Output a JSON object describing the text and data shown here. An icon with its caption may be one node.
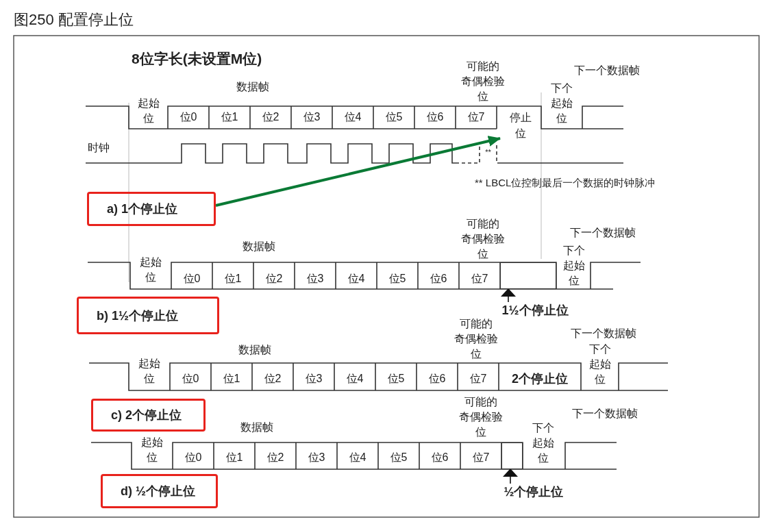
{
  "diagram": {
    "title": "图250 配置停止位",
    "nodes": [
      {
        "text": [
          "a) 1个停止位"
        ]
      },
      {
        "text": [
          "停止位"
        ]
      },
      {
        "text": [
          "b) 1½个停止位"
        ]
      },
      {
        "text": [
          "1½个停止位"
        ]
      },
      {
        "text": [],
        "shape": "box"
      },
      {
        "text": [
          "c) 2个停止位"
        ]
      },
      {
        "text": [
          "d) ½个停止位"
        ]
      },
      {
        "text": [
          "½个停止位"
        ]
      },
      {
        "text": [],
        "shape": "box"
      }
    ],
    "edges": [
      {
        "from": 0,
        "to": 1,
        "arrow": "to",
        "style": "thick",
        "color": "#0a7a35"
      },
      {
        "from": 3,
        "to": 4,
        "arrow": "to"
      },
      {
        "from": 7,
        "to": 8,
        "arrow": "to"
      }
    ],
    "labels": [
      "8位字长(未设置M位)",
      "数据帧",
      "可能的奇偶检验位",
      "下一个数据帧",
      "起始位",
      "位0",
      "位1",
      "位2",
      "位3",
      "位4",
      "位5",
      "位6",
      "位7",
      "下个起始位",
      "时钟",
      "**",
      "** LBCL位控制最后一个数据的时钟脉冲",
      "数据帧",
      "可能的奇偶检验位",
      "下一个数据帧",
      "下个起始位",
      "起始位",
      "位0",
      "位1",
      "位2",
      "位3",
      "位4",
      "位5",
      "位6",
      "位7",
      "数据帧",
      "可能的奇偶检验位",
      "下一个数据帧",
      "下个起始位",
      "起始位",
      "位0",
      "位1",
      "位2",
      "位3",
      "位4",
      "位5",
      "位6",
      "位7",
      "2个停止位",
      "数据帧",
      "可能的奇偶检验位",
      "下一个数据帧",
      "下个起始位",
      "起始位",
      "位0",
      "位1",
      "位2",
      "位3",
      "位4",
      "位5",
      "位6",
      "位7"
    ]
  }
}
